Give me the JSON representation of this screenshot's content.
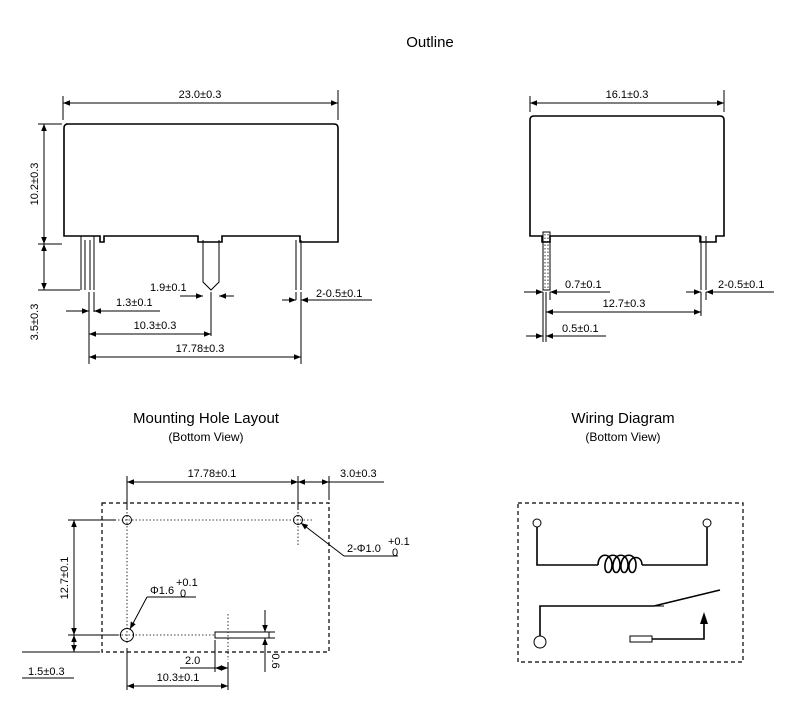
{
  "titles": {
    "outline": "Outline",
    "mounting": "Mounting Hole Layout",
    "mounting_sub": "(Bottom View)",
    "wiring": "Wiring Diagram",
    "wiring_sub": "(Bottom View)"
  },
  "front_view": {
    "length": "23.0±0.3",
    "height": "10.2±0.3",
    "pin_length": "3.5±0.3",
    "pin_width_a": "1.9±0.1",
    "pin_offset": "1.3±0.1",
    "pin_pitch_a": "10.3±0.3",
    "pin_pitch_b": "17.78±0.3",
    "pin_width_b": "2-0.5±0.1"
  },
  "side_view": {
    "width": "16.1±0.3",
    "pin_thickness_a": "0.7±0.1",
    "pin_width": "2-0.5±0.1",
    "pin_pitch": "12.7±0.3",
    "pin_thickness_b": "0.5±0.1"
  },
  "mounting_holes": {
    "pitch_x": "17.78±0.1",
    "edge_x": "3.0±0.3",
    "small_hole_main": "2-Φ1.0",
    "small_hole_tol_top": "+0.1",
    "small_hole_tol_bot": "0",
    "pitch_y": "12.7±0.1",
    "big_hole_main": "Φ1.6",
    "big_hole_tol_top": "+0.1",
    "big_hole_tol_bot": "0",
    "edge_y": "1.5±0.3",
    "slot_length": "2.0",
    "slot_width": "0.6",
    "slot_offset": "10.3±0.1"
  }
}
